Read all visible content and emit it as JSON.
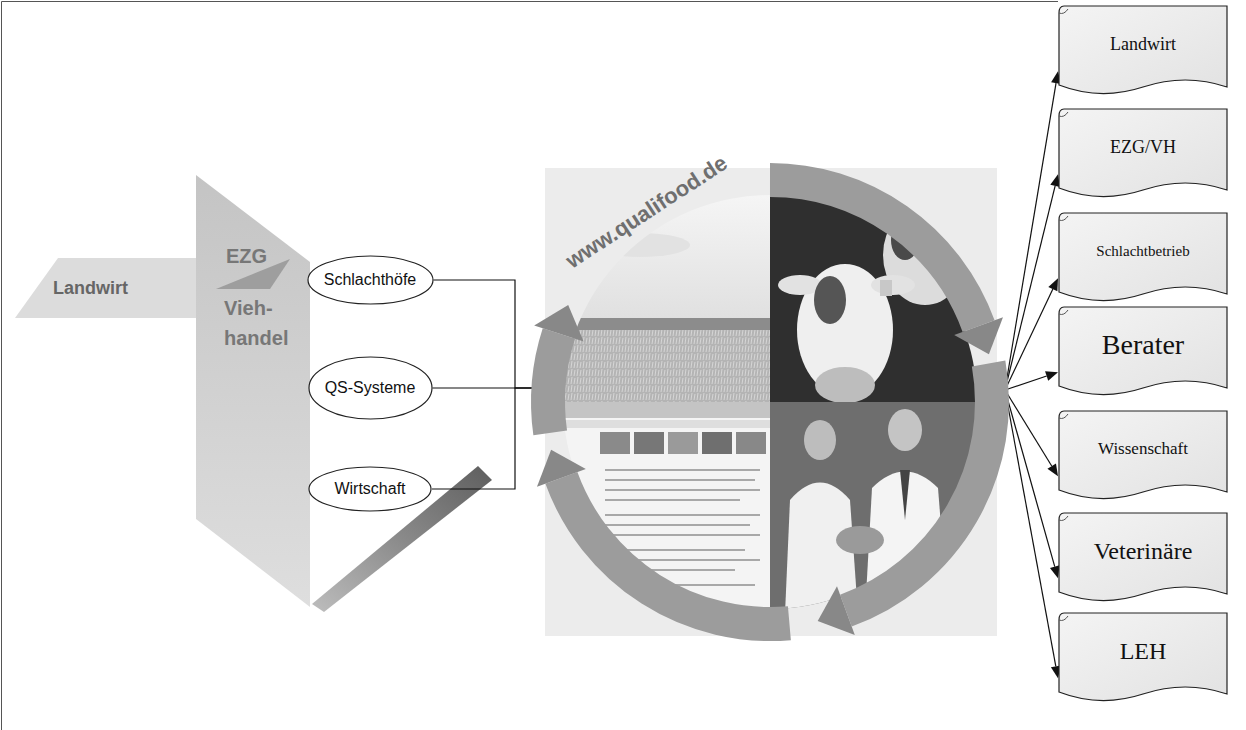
{
  "diagram": {
    "nodes": [
      {
        "text": [
          "Landwirt"
        ]
      },
      {
        "text": [
          "EZG",
          "Vieh- handel"
        ]
      },
      {
        "text": [
          "Schlachthöfe"
        ]
      },
      {
        "text": [
          "QS-Systeme"
        ]
      },
      {
        "text": [
          "Wirtschaft"
        ]
      },
      {
        "text": [
          "www.qualifood.de"
        ]
      },
      {
        "text": [
          "Landwirt"
        ]
      },
      {
        "text": [
          "EZG/VH"
        ]
      },
      {
        "text": [
          "Schlachtbetrieb"
        ]
      },
      {
        "text": [
          "Berater"
        ]
      },
      {
        "text": [
          "Wissenschaft"
        ]
      },
      {
        "text": [
          "Veterinäre"
        ]
      },
      {
        "text": [
          "LEH"
        ]
      }
    ],
    "edges": [
      {
        "from": 2,
        "to": 5,
        "arrow": "none"
      },
      {
        "from": 3,
        "to": 5,
        "arrow": "none"
      },
      {
        "from": 4,
        "to": 5,
        "arrow": "none"
      },
      {
        "from": 5,
        "to": 6,
        "arrow": "to"
      },
      {
        "from": 5,
        "to": 7,
        "arrow": "to"
      },
      {
        "from": 5,
        "to": 8,
        "arrow": "to"
      },
      {
        "from": 5,
        "to": 9,
        "arrow": "to"
      },
      {
        "from": 5,
        "to": 10,
        "arrow": "to"
      },
      {
        "from": 5,
        "to": 11,
        "arrow": "to"
      },
      {
        "from": 5,
        "to": 12,
        "arrow": "to"
      }
    ]
  }
}
